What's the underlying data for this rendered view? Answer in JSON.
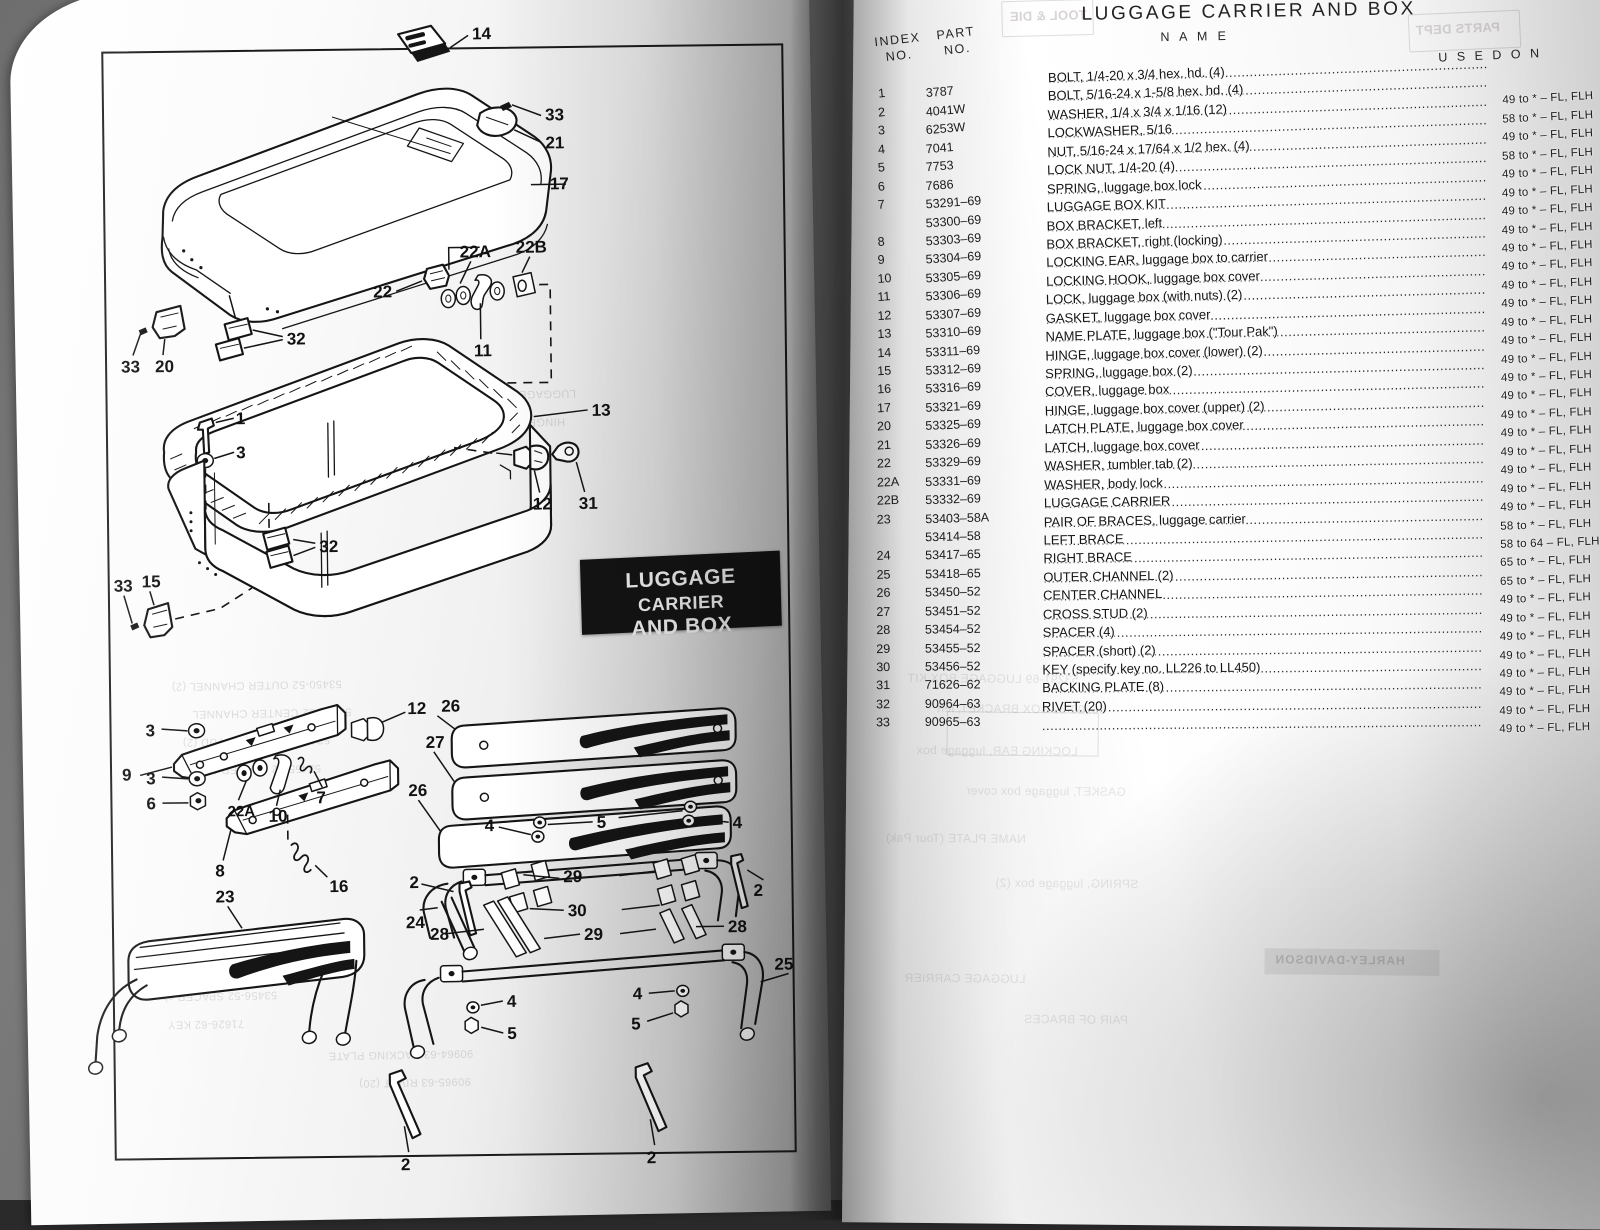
{
  "page": {
    "heading": "LUGGAGE CARRIER AND BOX",
    "plate_title_line1": "LUGGAGE CARRIER",
    "plate_title_line2": "AND BOX",
    "plate_title_word_small": "CARRIER"
  },
  "columns": {
    "index_line1": "INDEX",
    "index_line2": "NO.",
    "part_line1": "PART",
    "part_line2": "NO.",
    "name": "N A M E",
    "used_on": "U S E D   O N"
  },
  "parts": [
    {
      "index": "",
      "part": "",
      "name": "BOLT, 1/4-20 x 3/4 hex. hd. (4)",
      "used_on": ""
    },
    {
      "index": "1",
      "part": "3787",
      "name": "BOLT, 5/16-24 x 1-5/8 hex. hd. (4)",
      "used_on": "49 to * – FL, FLH"
    },
    {
      "index": "2",
      "part": "4041W",
      "name": "WASHER, 1/4 x 3/4 x 1/16 (12)",
      "used_on": "58 to * – FL, FLH"
    },
    {
      "index": "3",
      "part": "6253W",
      "name": "LOCKWASHER, 5/16",
      "used_on": "49 to * – FL, FLH"
    },
    {
      "index": "4",
      "part": "7041",
      "name": "NUT, 5/16-24 x 17/64 x 1/2 hex. (4)",
      "used_on": "58 to * – FL, FLH"
    },
    {
      "index": "5",
      "part": "7753",
      "name": "LOCK NUT, 1/4-20 (4)",
      "used_on": "49 to * – FL, FLH"
    },
    {
      "index": "6",
      "part": "7686",
      "name": "SPRING, luggage box lock",
      "used_on": "49 to * – FL, FLH"
    },
    {
      "index": "7",
      "part": "53291–69",
      "name": "LUGGAGE BOX KIT",
      "used_on": "49 to * – FL, FLH"
    },
    {
      "index": "",
      "part": "53300–69",
      "name": "BOX BRACKET, left",
      "used_on": "49 to * – FL, FLH"
    },
    {
      "index": "8",
      "part": "53303–69",
      "name": "BOX BRACKET, right (locking)",
      "used_on": "49 to * – FL, FLH"
    },
    {
      "index": "9",
      "part": "53304–69",
      "name": "LOCKING EAR, luggage box to carrier",
      "used_on": "49 to * – FL, FLH"
    },
    {
      "index": "10",
      "part": "53305–69",
      "name": "LOCKING HOOK, luggage box cover",
      "used_on": "49 to * – FL, FLH"
    },
    {
      "index": "11",
      "part": "53306–69",
      "name": "LOCK, luggage box (with nuts) (2)",
      "used_on": "49 to * – FL, FLH"
    },
    {
      "index": "12",
      "part": "53307–69",
      "name": "GASKET, luggage box cover",
      "used_on": "49 to * – FL, FLH"
    },
    {
      "index": "13",
      "part": "53310–69",
      "name": "NAME PLATE, luggage box (\"Tour Pak\")",
      "used_on": "49 to * – FL, FLH"
    },
    {
      "index": "14",
      "part": "53311–69",
      "name": "HINGE, luggage box cover (lower) (2)",
      "used_on": "49 to * – FL, FLH"
    },
    {
      "index": "15",
      "part": "53312–69",
      "name": "SPRING, luggage box (2)",
      "used_on": "49 to * – FL, FLH"
    },
    {
      "index": "16",
      "part": "53316–69",
      "name": "COVER, luggage box",
      "used_on": "49 to * – FL, FLH"
    },
    {
      "index": "17",
      "part": "53321–69",
      "name": "HINGE, luggage box cover (upper) (2)",
      "used_on": "49 to * – FL, FLH"
    },
    {
      "index": "20",
      "part": "53325–69",
      "name": "LATCH PLATE, luggage box cover",
      "used_on": "49 to * – FL, FLH"
    },
    {
      "index": "21",
      "part": "53326–69",
      "name": "LATCH, luggage box cover",
      "used_on": "49 to * – FL, FLH"
    },
    {
      "index": "22",
      "part": "53329–69",
      "name": "WASHER, tumbler tab (2)",
      "used_on": "49 to * – FL, FLH"
    },
    {
      "index": "22A",
      "part": "53331–69",
      "name": "WASHER, body lock",
      "used_on": "49 to * – FL, FLH"
    },
    {
      "index": "22B",
      "part": "53332–69",
      "name": "LUGGAGE CARRIER",
      "used_on": "49 to * – FL, FLH"
    },
    {
      "index": "23",
      "part": "53403–58A",
      "name": "PAIR OF BRACES, luggage carrier",
      "used_on": "58 to * – FL, FLH"
    },
    {
      "index": "",
      "part": "53414–58",
      "name": "LEFT BRACE",
      "used_on": "58 to 64 – FL, FLH"
    },
    {
      "index": "24",
      "part": "53417–65",
      "name": "RIGHT BRACE",
      "used_on": "65 to * – FL, FLH"
    },
    {
      "index": "25",
      "part": "53418–65",
      "name": "OUTER CHANNEL (2)",
      "used_on": "65 to * – FL, FLH"
    },
    {
      "index": "26",
      "part": "53450–52",
      "name": "CENTER CHANNEL",
      "used_on": "49 to * – FL, FLH"
    },
    {
      "index": "27",
      "part": "53451–52",
      "name": "CROSS STUD (2)",
      "used_on": "49 to * – FL, FLH"
    },
    {
      "index": "28",
      "part": "53454–52",
      "name": "SPACER (4)",
      "used_on": "49 to * – FL, FLH"
    },
    {
      "index": "29",
      "part": "53455–52",
      "name": "SPACER (short) (2)",
      "used_on": "49 to * – FL, FLH"
    },
    {
      "index": "30",
      "part": "53456–52",
      "name": "KEY (specify key no. LL226 to LL450)",
      "used_on": "49 to * – FL, FLH"
    },
    {
      "index": "31",
      "part": "71626–62",
      "name": "BACKING PLATE (8)",
      "used_on": "49 to * – FL, FLH"
    },
    {
      "index": "32",
      "part": "90964–63",
      "name": "RIVET (20)",
      "used_on": "49 to * – FL, FLH"
    },
    {
      "index": "33",
      "part": "90965–63",
      "name": "",
      "used_on": "49 to * – FL, FLH"
    }
  ],
  "diagram": {
    "callouts": [
      "14",
      "33",
      "21",
      "17",
      "22A",
      "22B",
      "22",
      "11",
      "33",
      "20",
      "32",
      "1",
      "3",
      "13",
      "12",
      "31",
      "32",
      "33",
      "15",
      "3",
      "9",
      "3",
      "6",
      "22A",
      "10",
      "7",
      "12",
      "8",
      "16",
      "26",
      "27",
      "26",
      "4",
      "5",
      "4",
      "2",
      "24",
      "29",
      "30",
      "2",
      "28",
      "29",
      "28",
      "23",
      "4",
      "4",
      "5",
      "5",
      "25",
      "2",
      "2"
    ]
  },
  "colors": {
    "ink": "#141414",
    "paper": "#ffffff",
    "title_block_bg": "#141414",
    "title_block_text": "#f2f2f2",
    "backdrop": "#5e5e5e"
  }
}
